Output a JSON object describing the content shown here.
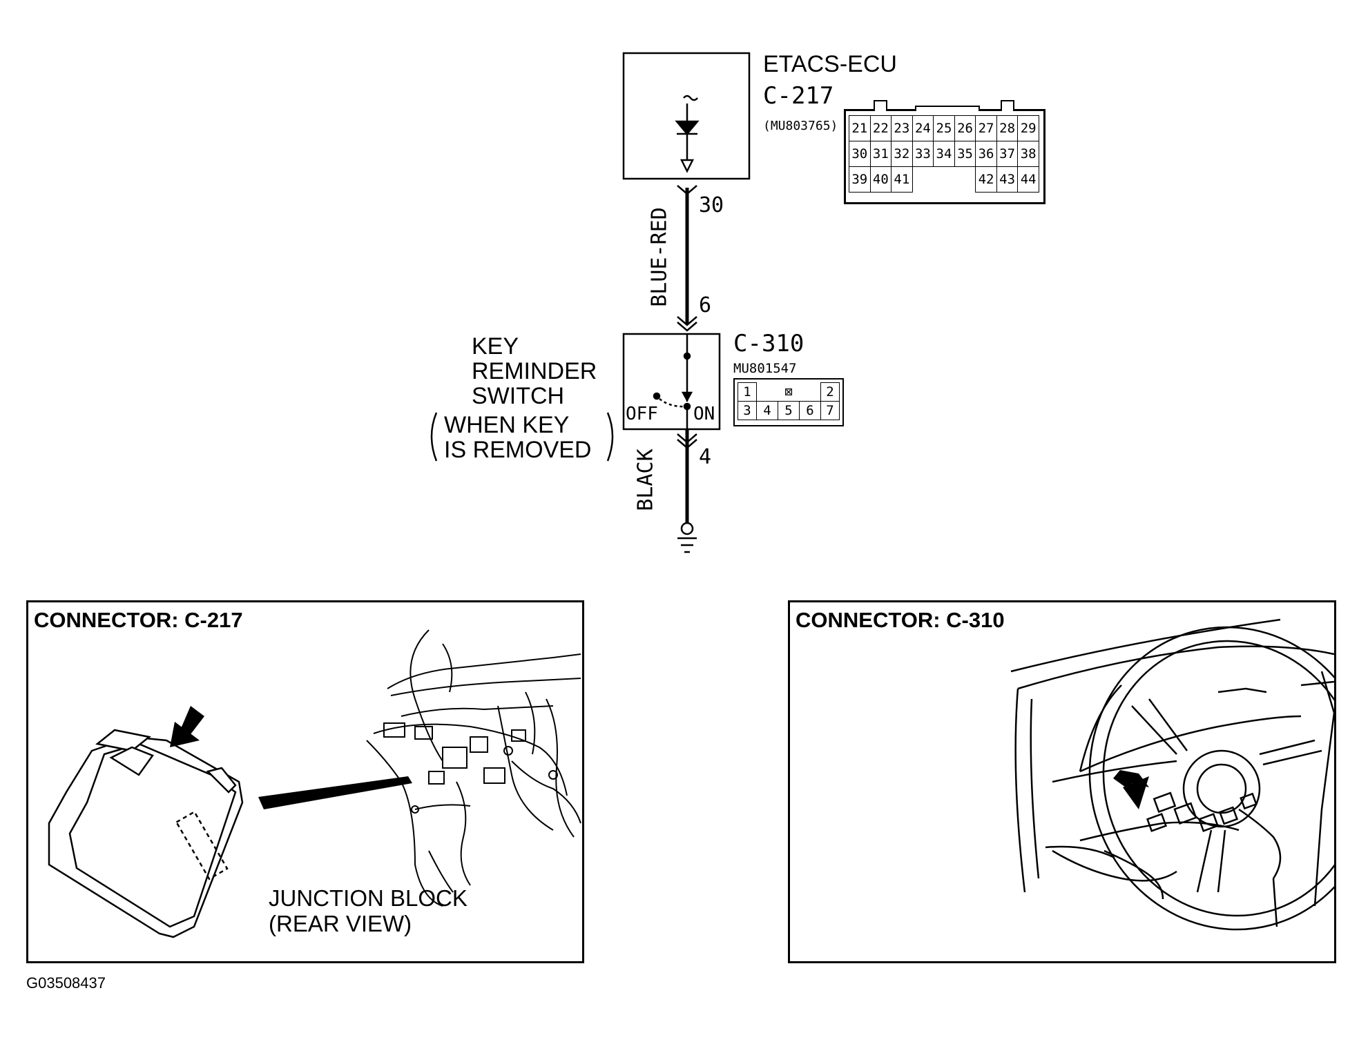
{
  "ecu": {
    "name": "ETACS-ECU",
    "connector": "C-217",
    "part_number": "(MU803765)",
    "pin_rows": [
      [
        "21",
        "22",
        "23",
        "24",
        "25",
        "26",
        "27",
        "28",
        "29"
      ],
      [
        "30",
        "31",
        "32",
        "33",
        "34",
        "35",
        "36",
        "37",
        "38"
      ],
      [
        "39",
        "40",
        "41",
        "",
        "",
        "",
        "42",
        "43",
        "44"
      ]
    ]
  },
  "wires": {
    "upper": {
      "color": "BLUE-RED",
      "pin_top": "30",
      "pin_bottom": "6"
    },
    "lower": {
      "color": "BLACK",
      "pin_top": "4"
    }
  },
  "switch": {
    "title_lines": [
      "KEY",
      "REMINDER",
      "SWITCH"
    ],
    "condition_lines": [
      "WHEN KEY",
      "IS REMOVED"
    ],
    "off_label": "OFF",
    "on_label": "ON",
    "connector": "C-310",
    "part_number": "MU801547",
    "pin_rows": [
      [
        "1",
        "",
        "⊠",
        "",
        "2"
      ],
      [
        "3",
        "4",
        "5",
        "6",
        "7"
      ]
    ]
  },
  "panels": {
    "left": {
      "title": "CONNECTOR: C-217",
      "caption_lines": [
        "JUNCTION BLOCK",
        "(REAR VIEW)"
      ]
    },
    "right": {
      "title": "CONNECTOR: C-310"
    }
  },
  "figure_id": "G03508437"
}
